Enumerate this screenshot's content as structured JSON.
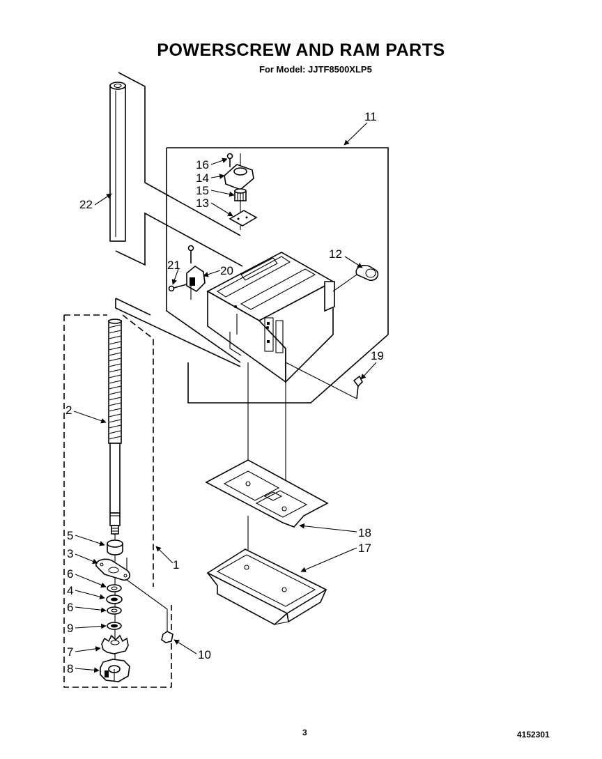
{
  "header": {
    "title": "POWERSCREW AND RAM PARTS",
    "subtitle": "For Model: JJTF8500XLP5"
  },
  "footer": {
    "page_number": "3",
    "document_code": "4152301"
  },
  "callouts": {
    "c1": "1",
    "c2": "2",
    "c3": "3",
    "c4": "4",
    "c5": "5",
    "c6a": "6",
    "c6b": "6",
    "c7": "7",
    "c8": "8",
    "c9": "9",
    "c10": "10",
    "c11": "11",
    "c12": "12",
    "c13": "13",
    "c14": "14",
    "c15": "15",
    "c16": "16",
    "c17": "17",
    "c18": "18",
    "c19": "19",
    "c20": "20",
    "c21": "21",
    "c22": "22"
  }
}
